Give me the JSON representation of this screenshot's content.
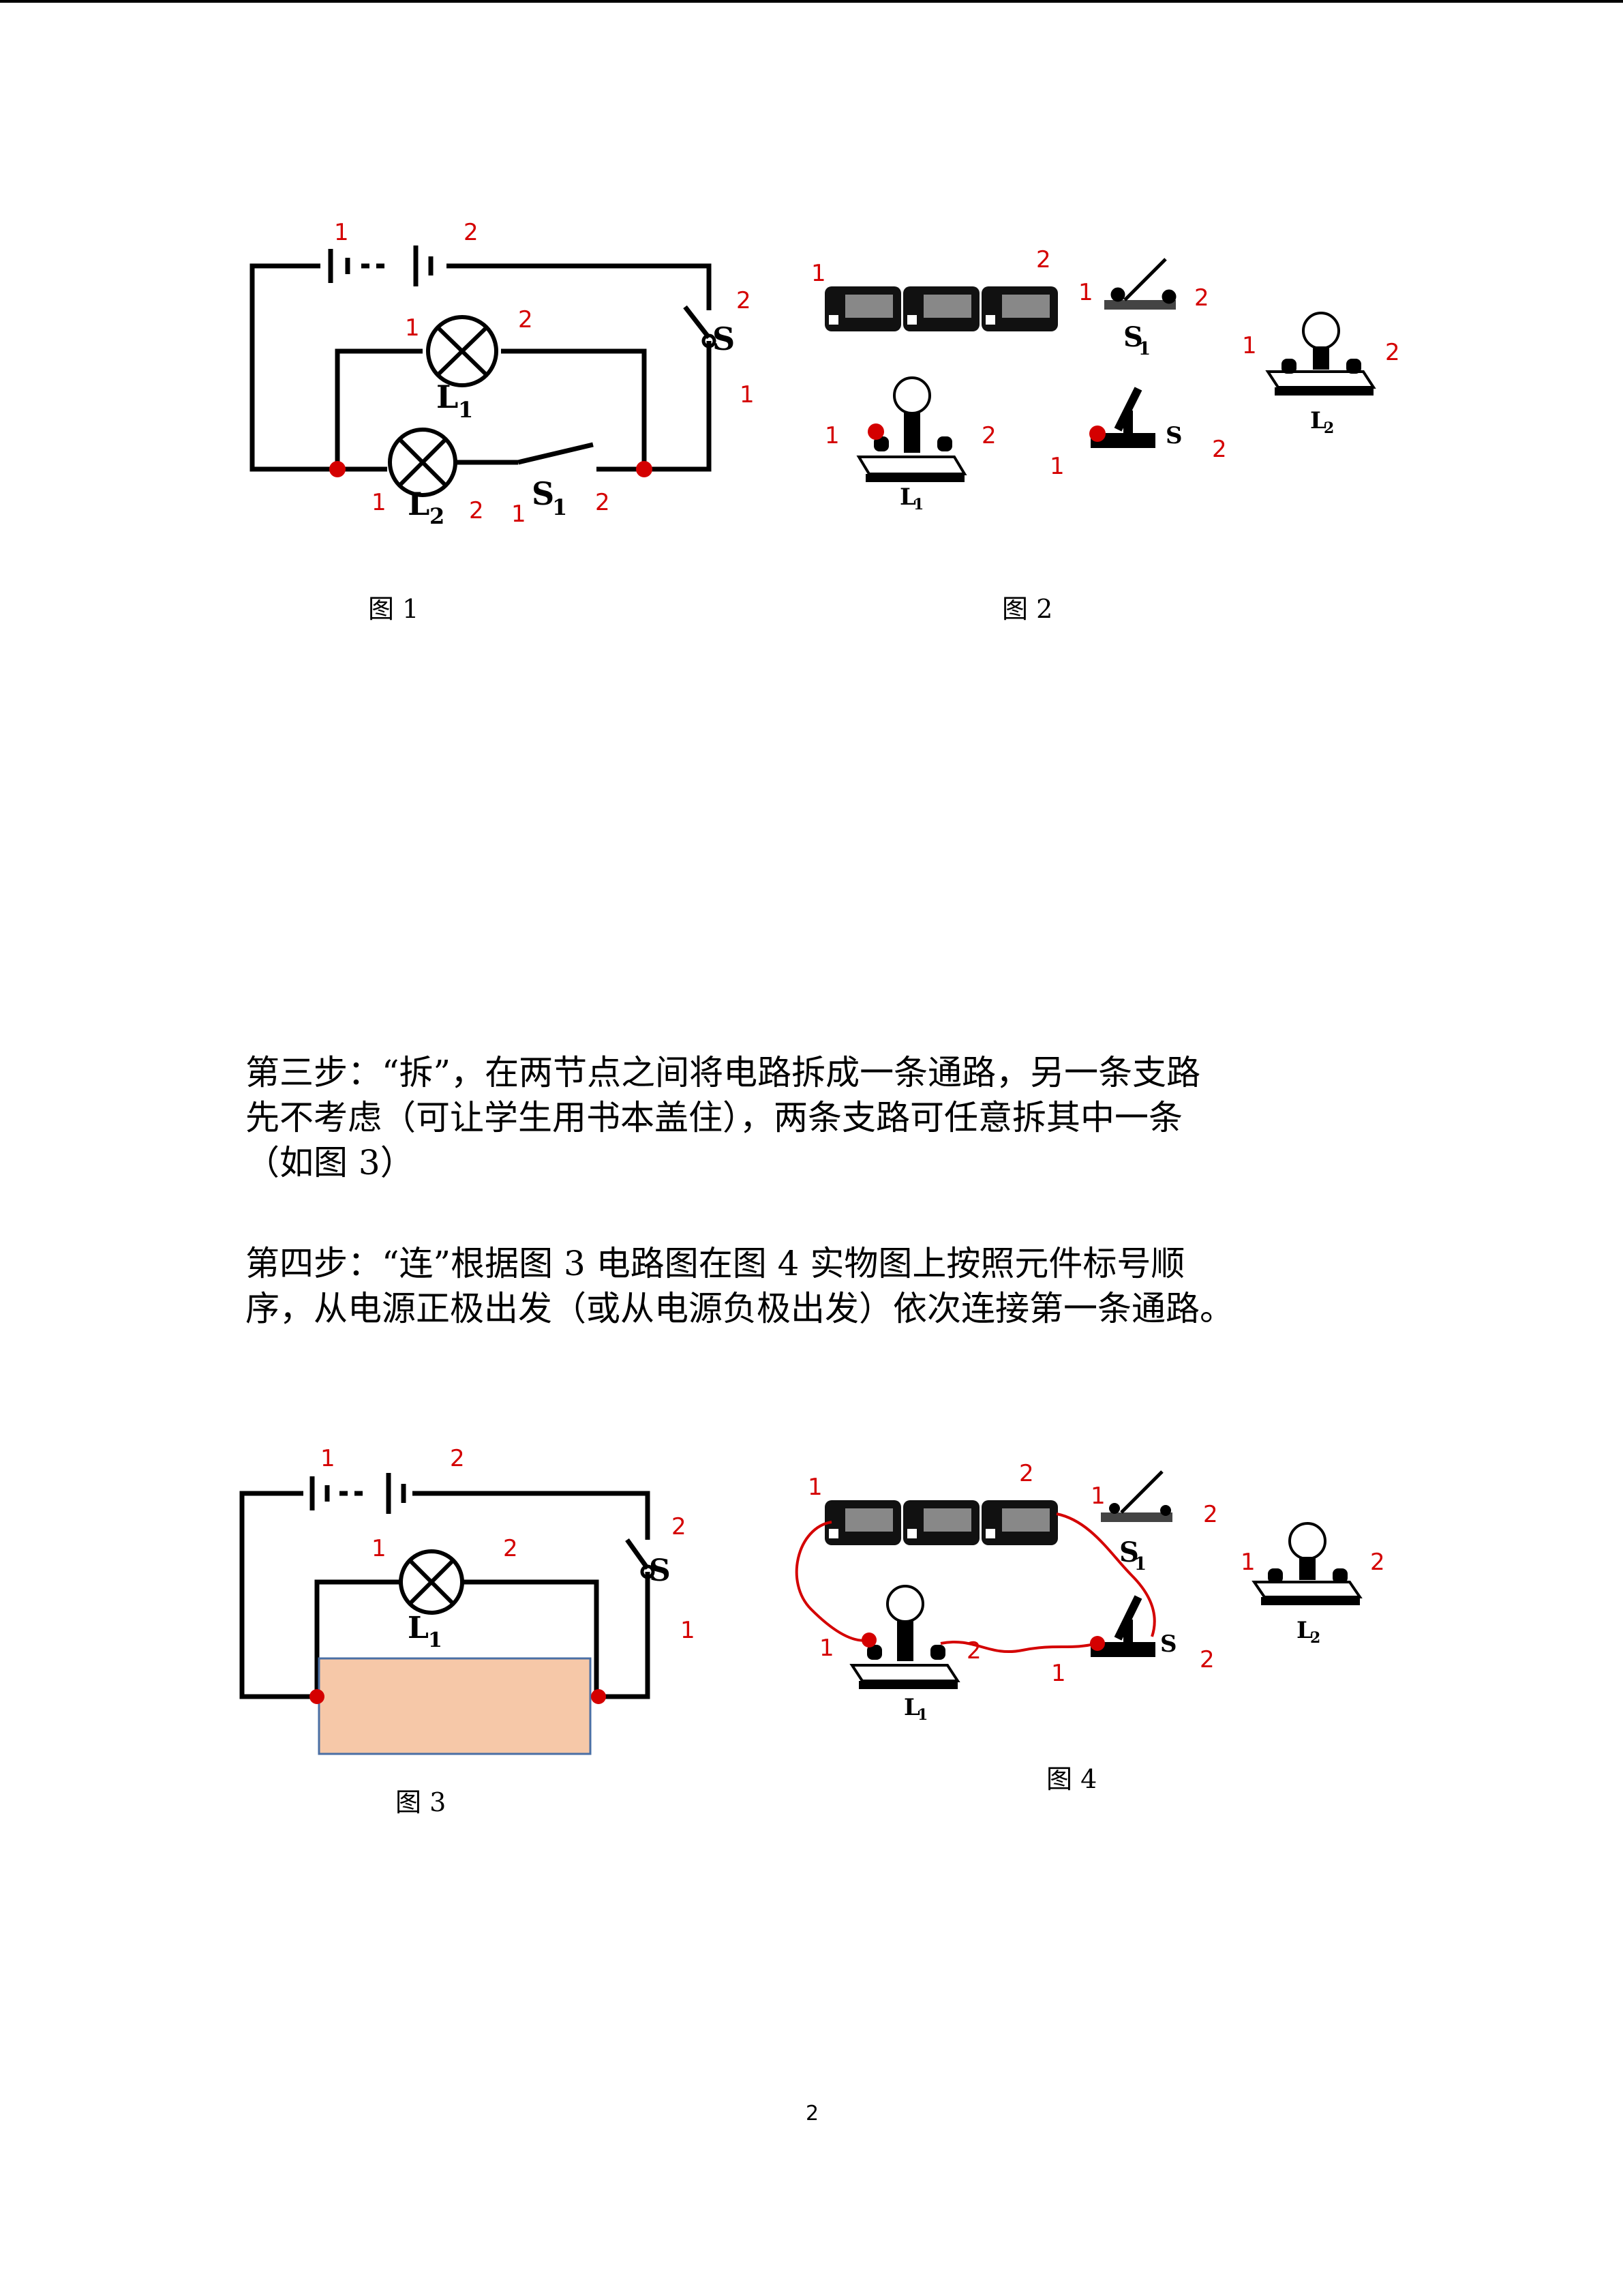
{
  "captions": {
    "fig1": "图 1",
    "fig2": "图 2",
    "fig3": "图 3",
    "fig4": "图 4"
  },
  "component_labels": {
    "L1": "L",
    "L1_sub": "1",
    "L2": "L",
    "L2_sub": "2",
    "S": "S",
    "S1": "S",
    "S1_sub": "1"
  },
  "terminal_numbers": {
    "one": "1",
    "two": "2"
  },
  "paragraphs": {
    "step3_line1": "第三步：“拆”，在两节点之间将电路拆成一条通路，另一条支路",
    "step3_line2": "先不考虑（可让学生用书本盖住），两条支路可任意拆其中一条",
    "step3_line3": "（如图 3）",
    "step4_line1": "第四步：“连”根据图 3 电路图在图 4 实物图上按照元件标号顺",
    "step4_line2": "序，从电源正极出发（或从电源负极出发）依次连接第一条通路。"
  },
  "page_number": "2",
  "colors": {
    "annotation": "#d40000",
    "cover_box": "#f6c8a8",
    "cover_border": "#4a6fa5",
    "wire": "#000000",
    "red_wire": "#d40000"
  }
}
